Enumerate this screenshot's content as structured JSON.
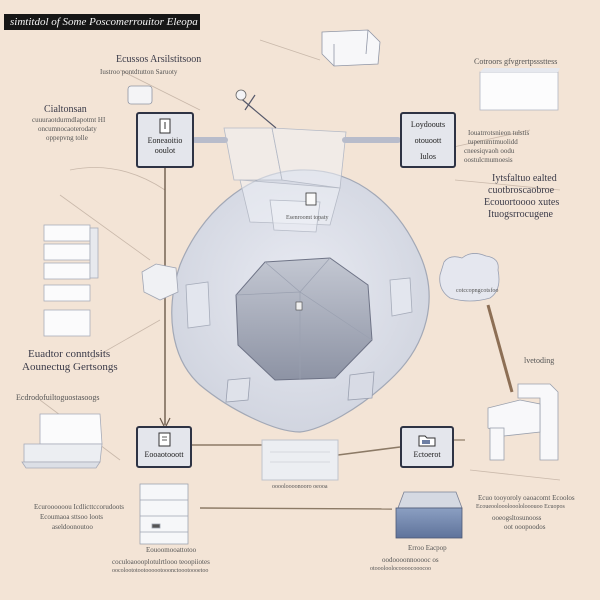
{
  "title": "simtitdol of Some Poscomerrouitor Eleopa",
  "labels": {
    "top_center": [
      "Ecussos Arsilstitsoon",
      "Iustroo pontdtutton Saruoty"
    ],
    "top_right": "Cotroors gfvgrertpsssttess",
    "upper_left": [
      "Cialtonsan",
      "cuuuraotdurmdlapotmt HI",
      "oncumnocaoterodaty",
      "oppepvng tolle"
    ],
    "upper_right_small": [
      "Iouatrrotsnieon tulstis",
      "tupenumtmuolidd",
      "cneesiqvaoh oodu",
      "oostulcmumoesis"
    ],
    "right_heading": [
      "Iytsfaltuo ealted",
      "cuotbroscaobroe",
      "Ecouortoooo xutes",
      "Ituogsrrocugene"
    ],
    "left_heading": [
      "Euadtor conntdsits",
      "Aounectug Gertsongs"
    ],
    "left_lower": "Ecdrodofuiltoguostasoogs",
    "right_lower": "lvetoding",
    "center_small": "Esenroomt topaty",
    "right_device": "cotccopngcotsfoo",
    "bottom_center_small": "ooooloooonooro oeooa",
    "bottom_left": [
      "Ecuroooooou Icdlicttccorudoots",
      "Ecoumaoa sttsoo loots",
      "aseldoonoutoo"
    ],
    "bottom_center": [
      "Eouoomooattotoo",
      "coculoaoooplotulrtlooo teoopiiotes",
      "oocoloototootoooootooonctoootoooetoo"
    ],
    "bottom_right": [
      "Ecuo tooyoroly oaoacomt Ecoolos",
      "Ecoueoolooolooololooouoo Ecuopos",
      "ooeogsltosunooss",
      "oot ooopoodos"
    ],
    "bottom_right_small": [
      "Erroo Eacpop",
      "oodoooonnooooc os",
      "otoooloolocoooocooocoo"
    ]
  },
  "nodes": {
    "top_left": [
      "Eoneaoitio",
      "ooulot"
    ],
    "top_right": [
      "Loydoouts",
      "otouoott",
      "Iulos"
    ],
    "bottom_left": "Eooaotooott",
    "bottom_right": "Ectoerot"
  },
  "icons": [
    "document-icon",
    "document-icon",
    "folder-icon",
    "folder-icon"
  ]
}
